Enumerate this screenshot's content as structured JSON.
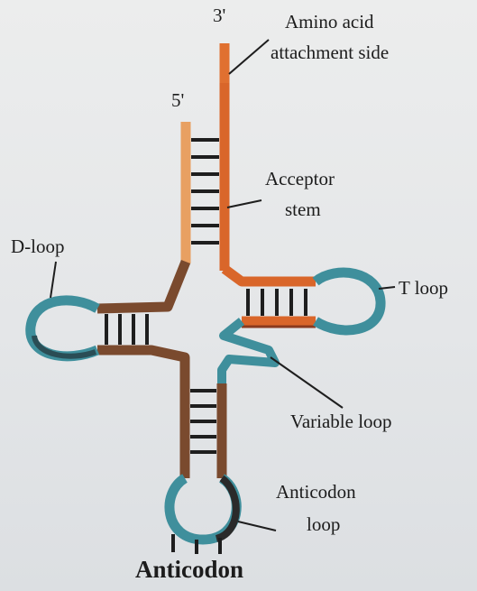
{
  "labels": {
    "three_prime": "3'",
    "five_prime": "5'",
    "amino_acid_line1": "Amino acid",
    "amino_acid_line2": "attachment side",
    "acceptor_line1": "Acceptor",
    "acceptor_line2": "stem",
    "d_loop": "D-loop",
    "t_loop": "T loop",
    "variable_loop": "Variable loop",
    "anticodon_loop_line1": "Anticodon",
    "anticodon_loop_line2": "loop",
    "anticodon": "Anticodon"
  },
  "colors": {
    "strand_orange": "#d9662a",
    "strand_peach": "#e8a062",
    "strand_brown": "#7a4a2e",
    "loop_teal": "#3f8f9c",
    "loop_dark": "#2a4d55",
    "rung": "#1e1e1e"
  }
}
